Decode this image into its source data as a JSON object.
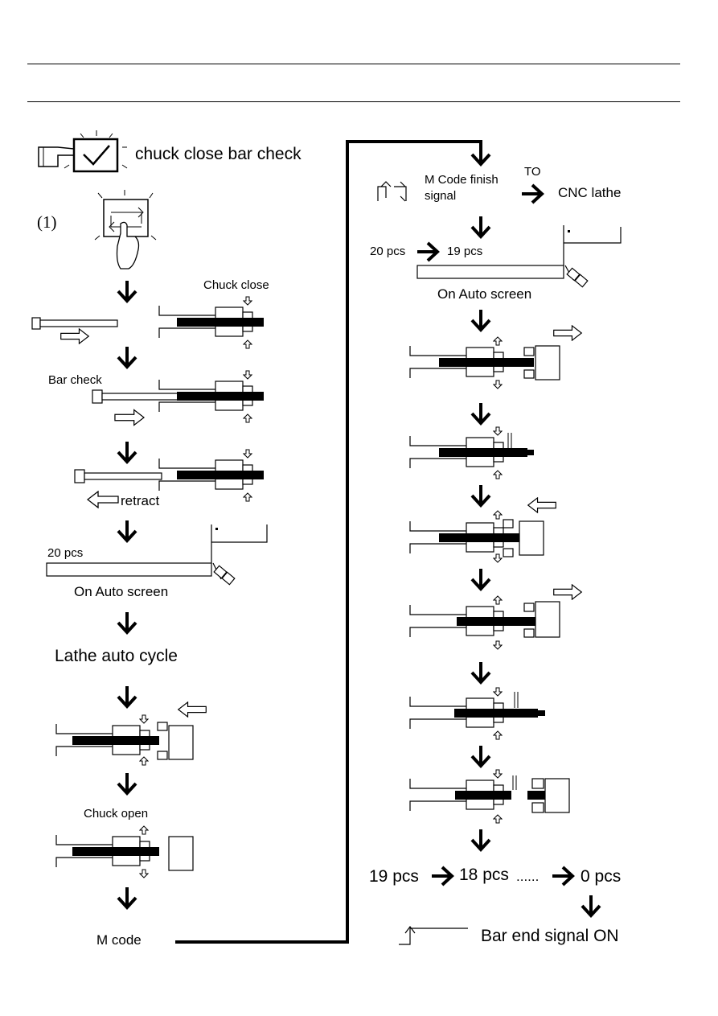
{
  "header": {
    "top_rule": "",
    "bottom_rule": ""
  },
  "left": {
    "title": "chuck close bar check",
    "step_number": "(1)",
    "chuck_close": "Chuck close",
    "bar_check": "Bar check",
    "retract": "retract",
    "pcs_20": "20 pcs",
    "on_auto_screen": "On Auto screen",
    "lathe_auto_cycle": "Lathe auto cycle",
    "chuck_open": "Chuck open",
    "m_code": "M code"
  },
  "right": {
    "m_code_finish": "M Code finish",
    "signal": "signal",
    "to": "TO",
    "cnc_lathe": "CNC lathe",
    "pcs_20": "20 pcs",
    "pcs_19": "19 pcs",
    "on_auto_screen": "On Auto screen",
    "count_19": "19 pcs",
    "count_18": "18 pcs",
    "dots": "......",
    "count_0": "0 pcs",
    "bar_end_signal": "Bar end signal ON"
  }
}
